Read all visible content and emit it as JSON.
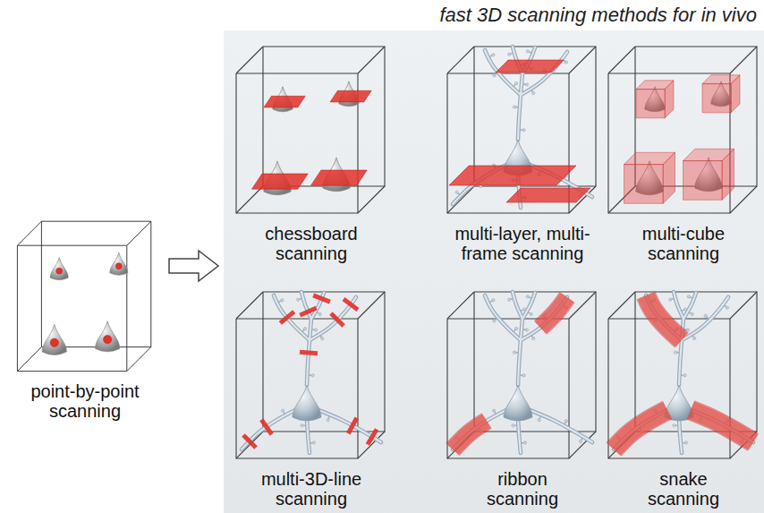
{
  "diagram": {
    "nodes": [
      {
        "text": [
          "point-by-point scanning"
        ]
      },
      {
        "text": [
          "fast 3D scanning methods for in vivo"
        ]
      },
      {
        "text": [
          "chessboard scanning"
        ],
        "in": 1
      },
      {
        "text": [
          "multi-layer, multi-frame scanning"
        ],
        "in": 1
      },
      {
        "text": [
          "multi-cube scanning"
        ],
        "in": 1
      },
      {
        "text": [
          "multi-3D-line scanning"
        ],
        "in": 1
      },
      {
        "text": [
          "ribbon scanning"
        ],
        "in": 1
      },
      {
        "text": [
          "snake scanning"
        ],
        "in": 1
      }
    ],
    "edges": [
      {
        "from": 0,
        "to": 1,
        "arrow": "to"
      }
    ]
  }
}
